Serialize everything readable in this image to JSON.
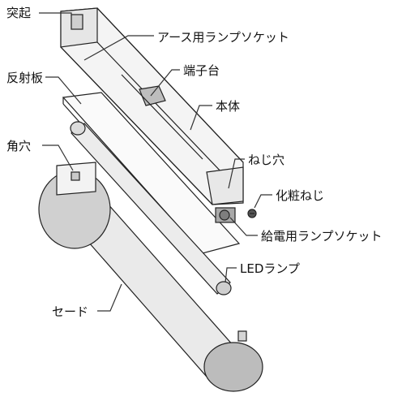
{
  "labels": {
    "protrusion": "突起",
    "earth_socket": "アース用ランプソケット",
    "reflector": "反射板",
    "terminal_block": "端子台",
    "body": "本体",
    "corner_hole": "角穴",
    "screw_hole": "ねじ穴",
    "cosmetic_screw": "化粧ねじ",
    "feed_socket": "給電用ランプソケット",
    "led_lamp": "LEDランプ",
    "shade": "セード"
  },
  "colors": {
    "stroke": "#222222",
    "fill_light": "#f2f2f2",
    "fill_mid": "#d8d8d8",
    "fill_dark": "#b8b8b8"
  }
}
